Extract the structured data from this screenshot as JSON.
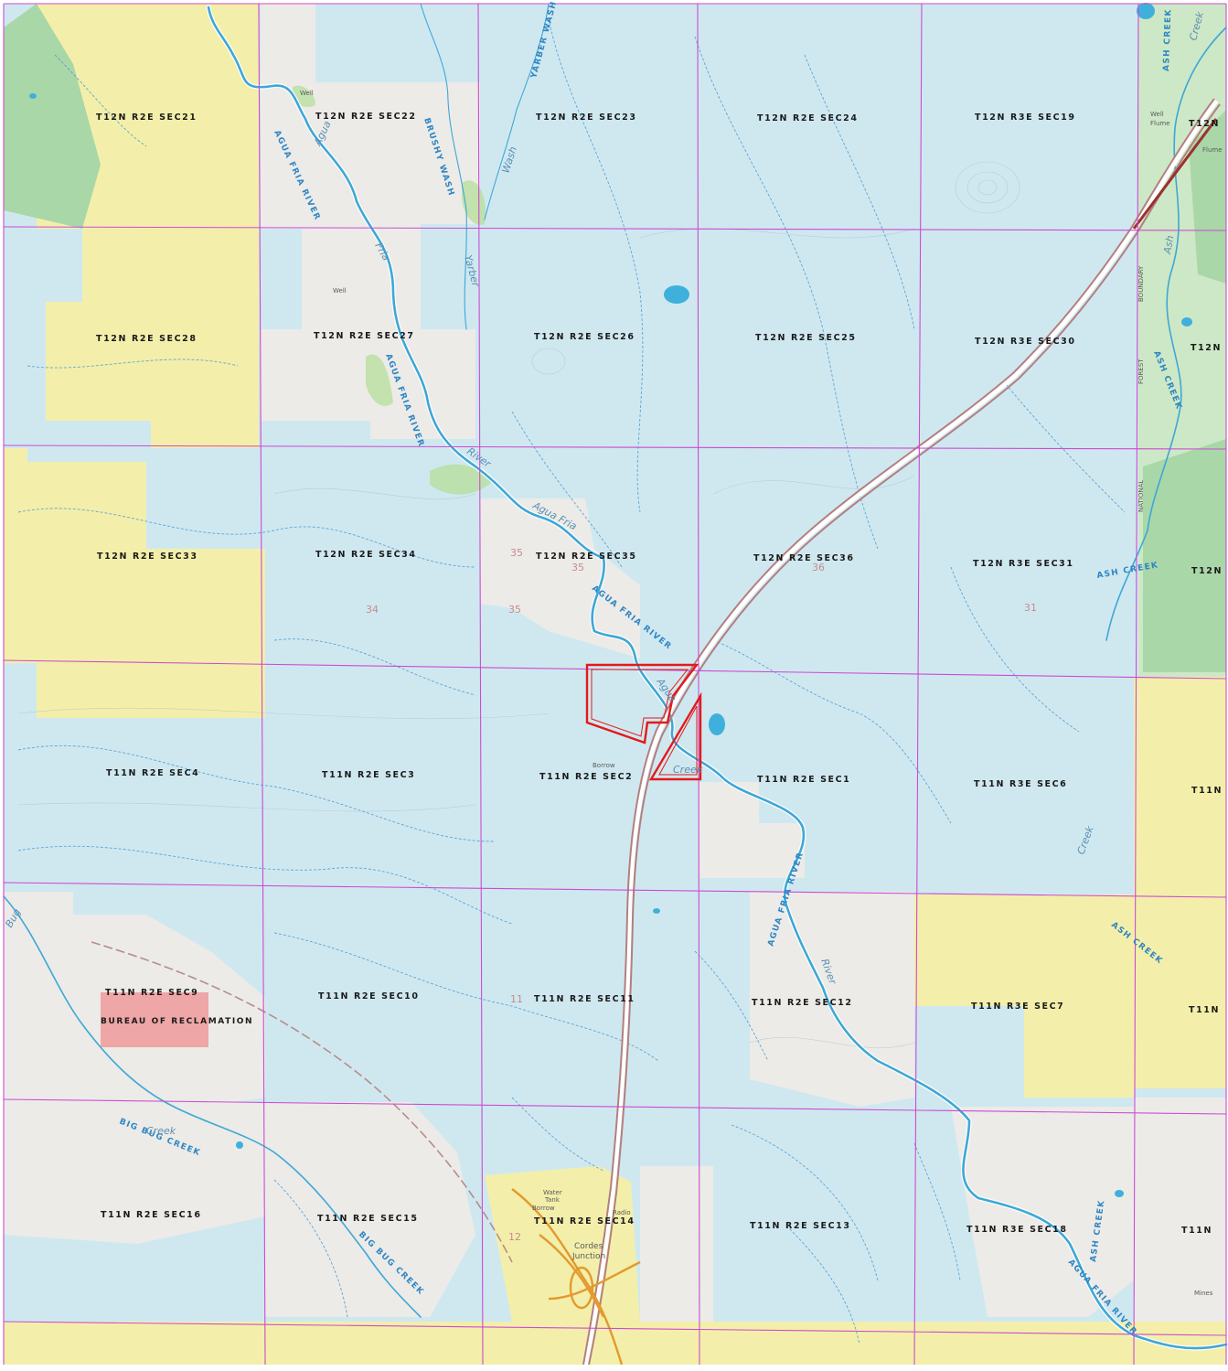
{
  "map": {
    "colors": {
      "blm": "#cfe8f0",
      "state_trust": "#f3efaa",
      "private": "#ecebe8",
      "national_forest": "#cde8c6",
      "forest_dark": "#a9d7a8",
      "reclamation": "#eea6a6",
      "water": "#45b3d8",
      "grid": "#cc4bd1",
      "parcel": "#e02020",
      "highway": "#b07a7a",
      "highway_orange": "#e39a2e"
    },
    "sections": [
      {
        "id": "t12n-r2e-sec21",
        "label": "T12N R2E SEC21"
      },
      {
        "id": "t12n-r2e-sec22",
        "label": "T12N R2E SEC22"
      },
      {
        "id": "t12n-r2e-sec23",
        "label": "T12N R2E SEC23"
      },
      {
        "id": "t12n-r2e-sec24",
        "label": "T12N R2E SEC24"
      },
      {
        "id": "t12n-r3e-sec19",
        "label": "T12N R3E SEC19"
      },
      {
        "id": "t12n-r2e-sec28",
        "label": "T12N R2E SEC28"
      },
      {
        "id": "t12n-r2e-sec27",
        "label": "T12N R2E SEC27"
      },
      {
        "id": "t12n-r2e-sec26",
        "label": "T12N R2E SEC26"
      },
      {
        "id": "t12n-r2e-sec25",
        "label": "T12N R2E SEC25"
      },
      {
        "id": "t12n-r3e-sec30",
        "label": "T12N R3E SEC30"
      },
      {
        "id": "t12n-r2e-sec33",
        "label": "T12N R2E SEC33"
      },
      {
        "id": "t12n-r2e-sec34",
        "label": "T12N R2E SEC34"
      },
      {
        "id": "t12n-r2e-sec35",
        "label": "T12N R2E SEC35"
      },
      {
        "id": "t12n-r2e-sec36",
        "label": "T12N R2E SEC36"
      },
      {
        "id": "t12n-r3e-sec31",
        "label": "T12N R3E SEC31"
      },
      {
        "id": "t11n-r2e-sec4",
        "label": "T11N R2E SEC4"
      },
      {
        "id": "t11n-r2e-sec3",
        "label": "T11N R2E SEC3"
      },
      {
        "id": "t11n-r2e-sec2",
        "label": "T11N R2E SEC2"
      },
      {
        "id": "t11n-r2e-sec1",
        "label": "T11N R2E SEC1"
      },
      {
        "id": "t11n-r3e-sec6",
        "label": "T11N R3E SEC6"
      },
      {
        "id": "t11n-r2e-sec9",
        "label": "T11N R2E SEC9"
      },
      {
        "id": "t11n-r2e-sec10",
        "label": "T11N R2E SEC10"
      },
      {
        "id": "t11n-r2e-sec11",
        "label": "T11N R2E SEC11"
      },
      {
        "id": "t11n-r2e-sec12",
        "label": "T11N R2E SEC12"
      },
      {
        "id": "t11n-r3e-sec7",
        "label": "T11N R3E SEC7"
      },
      {
        "id": "t11n-r2e-sec16",
        "label": "T11N R2E SEC16"
      },
      {
        "id": "t11n-r2e-sec15",
        "label": "T11N R2E SEC15"
      },
      {
        "id": "t11n-r2e-sec14",
        "label": "T11N R2E SEC14"
      },
      {
        "id": "t11n-r2e-sec13",
        "label": "T11N R2E SEC13"
      },
      {
        "id": "t11n-r3e-sec18",
        "label": "T11N R3E SEC18"
      }
    ],
    "edge_labels": [
      "T12N",
      "T12N",
      "T12N",
      "T11N",
      "T11N",
      "T11N"
    ],
    "agency_label": "BUREAU OF RECLAMATION",
    "water_labels": {
      "agua_fria_river": "AGUA FRIA RIVER",
      "brushy_wash": "BRUSHY WASH",
      "yarber_wash": "YARBER WASH",
      "ash_creek": "ASH CREEK",
      "big_bug_creek": "BIG BUG CREEK"
    },
    "topo_labels": {
      "agua": "Agua",
      "fria": "Fria",
      "river": "River",
      "agua_fria": "Agua Fria",
      "creek": "Creek",
      "wash": "Wash",
      "yarber": "Yarber",
      "bug": "Bug",
      "ash": "Ash",
      "ash_creek_top": "Creek"
    },
    "place_labels": {
      "cordes": "Cordes",
      "junction": "Junction",
      "water_tank": "Water",
      "tank": "Tank",
      "borrow": "Borrow",
      "radio": "Radio",
      "well": "Well",
      "flume": "Flume",
      "mines": "Mines",
      "national": "NATIONAL",
      "forest": "FOREST",
      "boundary": "BOUNDARY"
    },
    "section_numbers": [
      "35",
      "35",
      "36",
      "34",
      "35",
      "31",
      "11",
      "12"
    ]
  }
}
